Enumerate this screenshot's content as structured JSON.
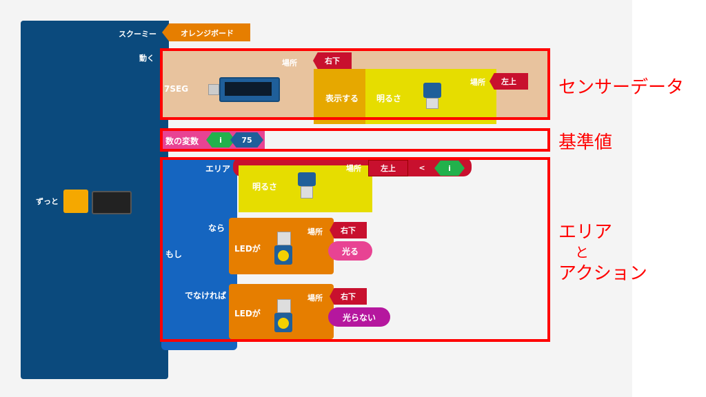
{
  "program": {
    "sprite_label": "スクーミー",
    "board_name": "オレンジボード",
    "move_label": "動く",
    "forever_label": "ずっと",
    "seven_seg": {
      "label": "7SEG",
      "place_label": "場所",
      "place_value": "右下",
      "display_label": "表示する",
      "brightness_label": "明るさ",
      "sensor_place_label": "場所",
      "sensor_place_value": "左上"
    },
    "variable": {
      "label": "数の変数",
      "name": "i",
      "value": "75"
    },
    "if_block": {
      "if_label": "もし",
      "area_label": "エリア",
      "brightness_label": "明るさ",
      "place_label": "場所",
      "place_value": "左上",
      "operator": "<",
      "compare_var": "i",
      "then_label": "なら",
      "else_label": "でなければ",
      "then_action": {
        "led_label": "LEDが",
        "place_label": "場所",
        "place_value": "右下",
        "action": "光る"
      },
      "else_action": {
        "led_label": "LEDが",
        "place_label": "場所",
        "place_value": "右下",
        "action": "光らない"
      }
    }
  },
  "annotations": {
    "sensor": "センサーデータ",
    "threshold": "基準値",
    "area_line1": "エリア",
    "area_line2": "と",
    "area_line3": "アクション"
  },
  "colors": {
    "side_blue": "#0b4a7d",
    "orange": "#e67e00",
    "yellow": "#e6dd00",
    "crimson": "#c8102e",
    "green": "#22b14c",
    "if_blue": "#1565c0",
    "pink": "#e84393",
    "magenta": "#b5179e",
    "tan": "#e8c39e",
    "red_box": "#ff0000"
  }
}
